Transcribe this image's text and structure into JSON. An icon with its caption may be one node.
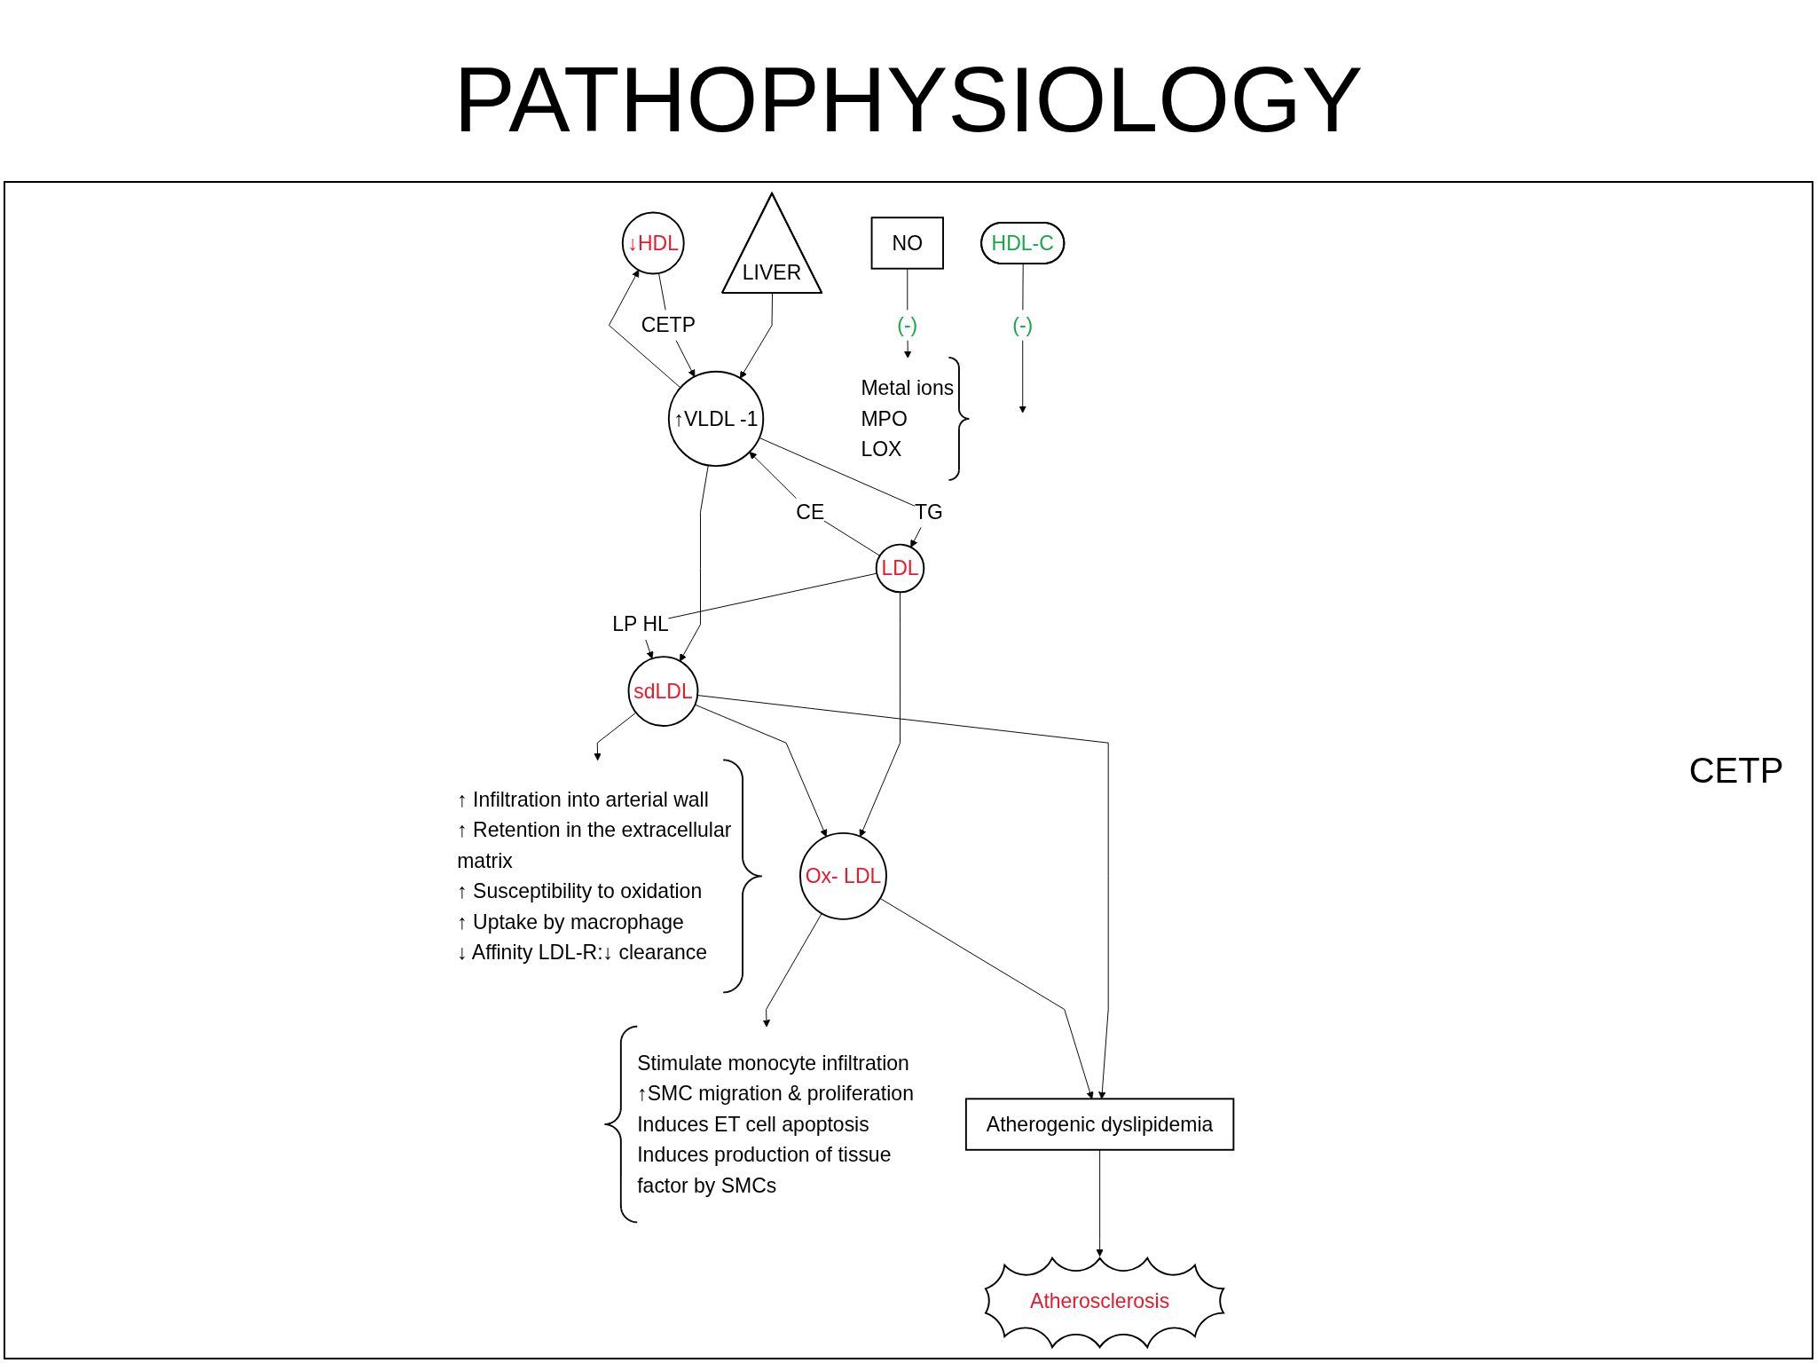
{
  "diagram": {
    "title": "PATHOPHYSIOLOGY",
    "nodes": [
      {
        "text": [
          "↓HDL"
        ]
      },
      {
        "text": [
          "LIVER"
        ]
      },
      {
        "text": [
          "↑VLDL -1"
        ]
      },
      {
        "text": [
          "LDL"
        ]
      },
      {
        "text": [
          "Metal ions",
          "MPO",
          "LOX"
        ]
      },
      {
        "text": [
          "NO"
        ]
      },
      {
        "text": [
          "↑ Infiltration into arterial wall",
          "↑ Retention in the extracellular matrix",
          "↑ Susceptibility to oxidation",
          "↑ Uptake by macrophage",
          "↓ Affinity LDL-R:↓ clearance"
        ]
      },
      {
        "text": [
          "sdLDL"
        ]
      },
      {
        "text": [
          "Ox- LDL"
        ]
      },
      {
        "text": [
          "Stimulate monocyte infiltration",
          "↑SMC migration & proliferation",
          "Induces ET cell apoptosis",
          "Induces production of tissue factor by SMCs"
        ]
      },
      {
        "text": [
          "Atherogenic dyslipidemia"
        ]
      },
      {
        "text": [
          "HDL-C"
        ]
      },
      {
        "text": [
          "Atherosclerosis"
        ]
      }
    ],
    "edges": [
      {
        "from": 1,
        "to": 2,
        "arrow": "to"
      },
      {
        "from": 0,
        "to": 2,
        "arrow": "to",
        "label": "CETP"
      },
      {
        "from": 2,
        "to": 0,
        "arrow": "to"
      },
      {
        "from": 3,
        "to": 2,
        "arrow": "to",
        "label": "CE"
      },
      {
        "from": 2,
        "to": 3,
        "arrow": "to",
        "label": "TG"
      },
      {
        "from": 2,
        "to": 7,
        "arrow": "to"
      },
      {
        "from": 3,
        "to": 7,
        "arrow": "to",
        "label": "LP HL"
      },
      {
        "from": 3,
        "to": 8,
        "arrow": "to"
      },
      {
        "from": 5,
        "to": 4,
        "arrow": "to",
        "label": "(-)"
      },
      {
        "from": 7,
        "to": 6,
        "arrow": "to"
      },
      {
        "from": 7,
        "to": 8,
        "arrow": "to"
      },
      {
        "from": 7,
        "to": 10,
        "arrow": "to"
      },
      {
        "from": 8,
        "to": 10,
        "arrow": "to"
      },
      {
        "from": 8,
        "to": 9,
        "arrow": "to"
      },
      {
        "from": 11,
        "to": null,
        "arrow": "to",
        "label": "(-)"
      },
      {
        "from": 10,
        "to": 12,
        "arrow": "to"
      }
    ],
    "labels": [
      "CETP"
    ]
  }
}
